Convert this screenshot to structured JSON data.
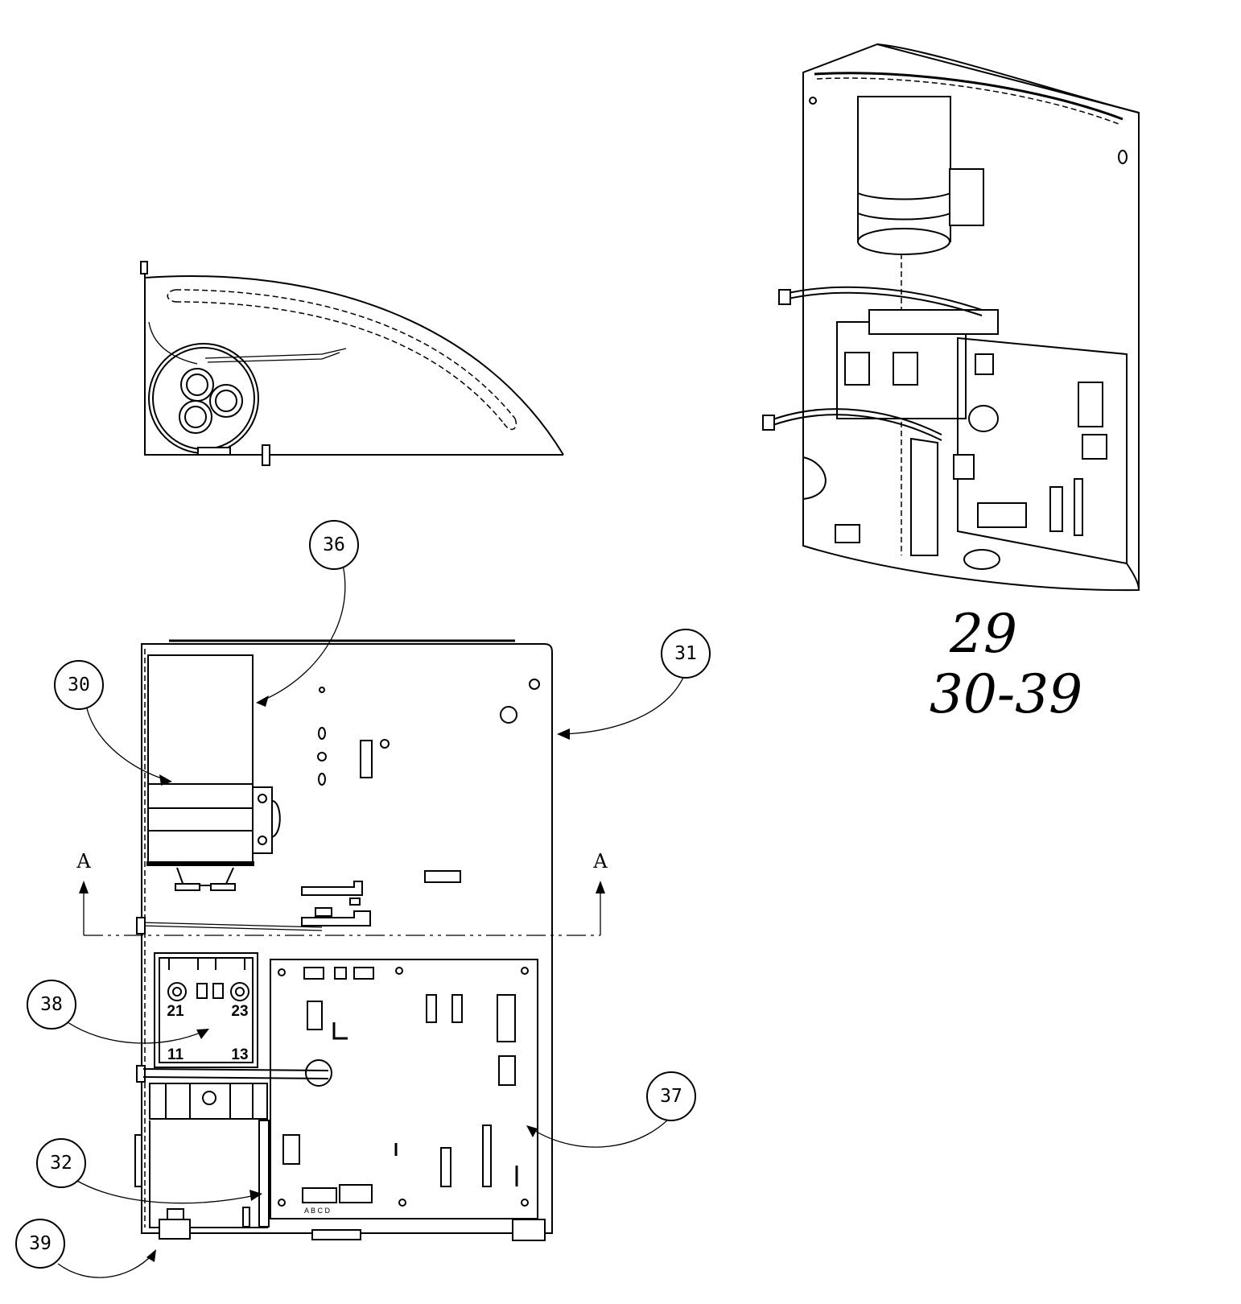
{
  "callouts": [
    {
      "id": "30",
      "label": "30"
    },
    {
      "id": "31",
      "label": "31"
    },
    {
      "id": "32",
      "label": "32"
    },
    {
      "id": "36",
      "label": "36"
    },
    {
      "id": "37",
      "label": "37"
    },
    {
      "id": "38",
      "label": "38"
    },
    {
      "id": "39",
      "label": "39"
    }
  ],
  "section_marks": {
    "left": "A",
    "right": "A"
  },
  "relay_terminals": {
    "t21": "21",
    "t23": "23",
    "t11": "11",
    "t13": "13"
  },
  "board_connector_label": "A B C D",
  "handwritten": {
    "assembly_number": "29",
    "part_range": "30-39"
  }
}
